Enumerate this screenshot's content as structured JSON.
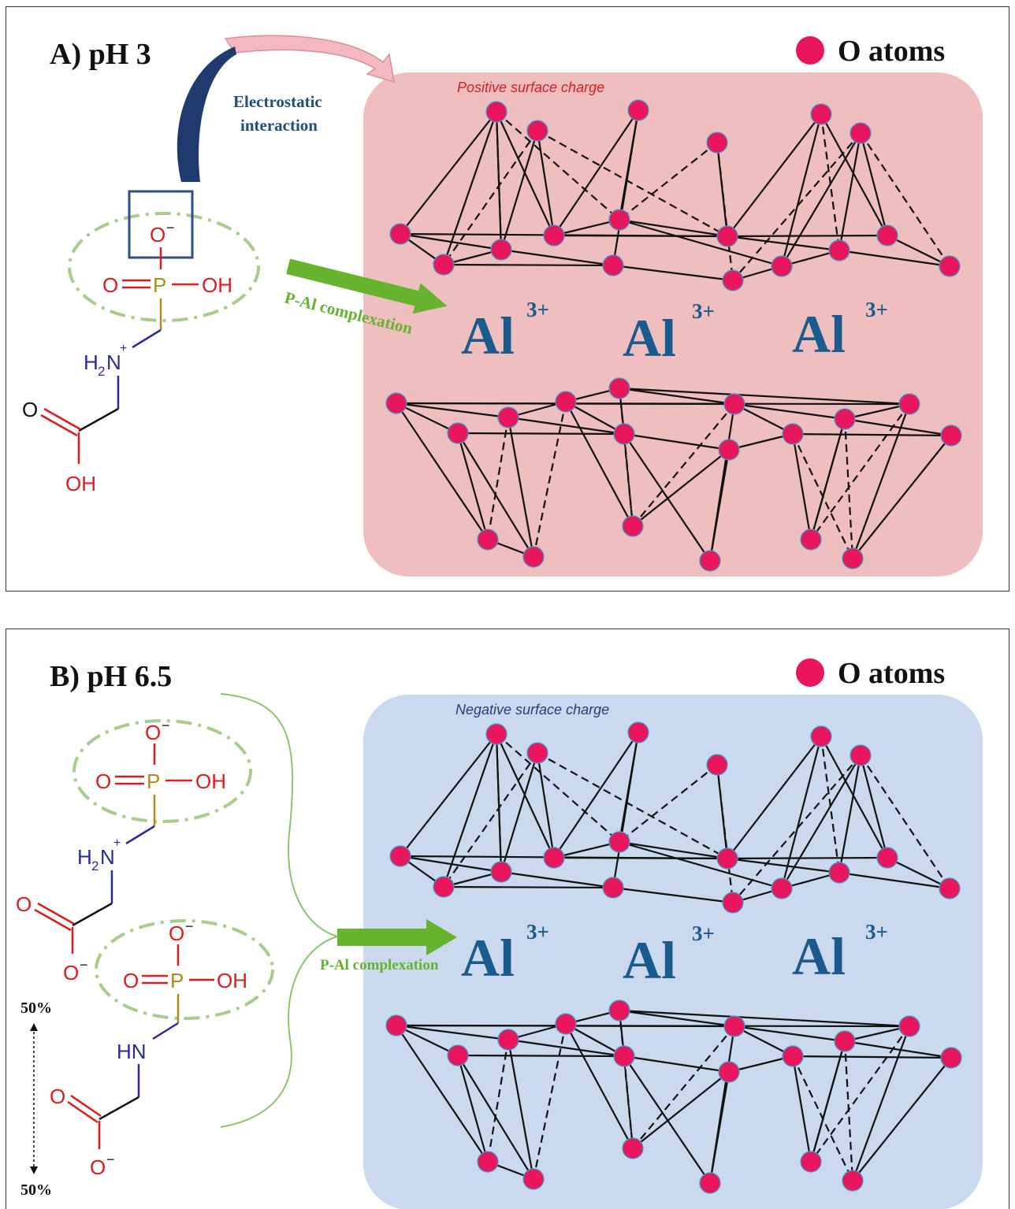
{
  "panel_a": {
    "title": "A) pH 3",
    "legend_label": "O atoms",
    "surface_charge": "Positive surface charge",
    "electrostatic_line1": "Electrostatic",
    "electrostatic_line2": "interaction",
    "complexation": "P-Al complexation",
    "al_symbol": "Al",
    "al_charge": "3+",
    "molecule": {
      "o_minus": "O",
      "o_dbl": "O",
      "p": "P",
      "oh": "OH",
      "h2n": "H",
      "h2n_sub": "2",
      "n": "N",
      "n_plus": "+",
      "acid_o": "O",
      "acid_oh": "OH",
      "minus": "−"
    }
  },
  "panel_b": {
    "title": "B) pH 6.5",
    "legend_label": "O atoms",
    "surface_charge": "Negative surface charge",
    "complexation": "P-Al complexation",
    "al_symbol": "Al",
    "al_charge": "3+",
    "percent_top": "50%",
    "percent_bottom": "50%",
    "molecule1": {
      "o_minus": "O",
      "o_dbl": "O",
      "p": "P",
      "oh": "OH",
      "h2n": "H",
      "h2n_sub": "2",
      "n": "N",
      "n_plus": "+",
      "acid_o": "O",
      "acid_o_minus": "O",
      "minus": "−"
    },
    "molecule2": {
      "o_minus": "O",
      "o_dbl": "O",
      "p": "P",
      "oh": "OH",
      "hn": "HN",
      "acid_o": "O",
      "acid_o_minus": "O",
      "minus": "−"
    }
  },
  "colors": {
    "positive_bg": "#efbebe",
    "negative_bg": "#cbd9ee",
    "o_atom": "#e8175d",
    "al_text": "#1b5a8c",
    "green_arrow": "#66b32e",
    "dash_green": "#a8cd8a",
    "phosphorus": "#b08a1a",
    "oxygen": "#e01b1b",
    "nitrogen": "#2a2a9a",
    "navy_arrow": "#1f3a6e",
    "pink_arrow": "#f4b9c0"
  },
  "icons": {
    "legend": "o-atom-dot-icon"
  }
}
